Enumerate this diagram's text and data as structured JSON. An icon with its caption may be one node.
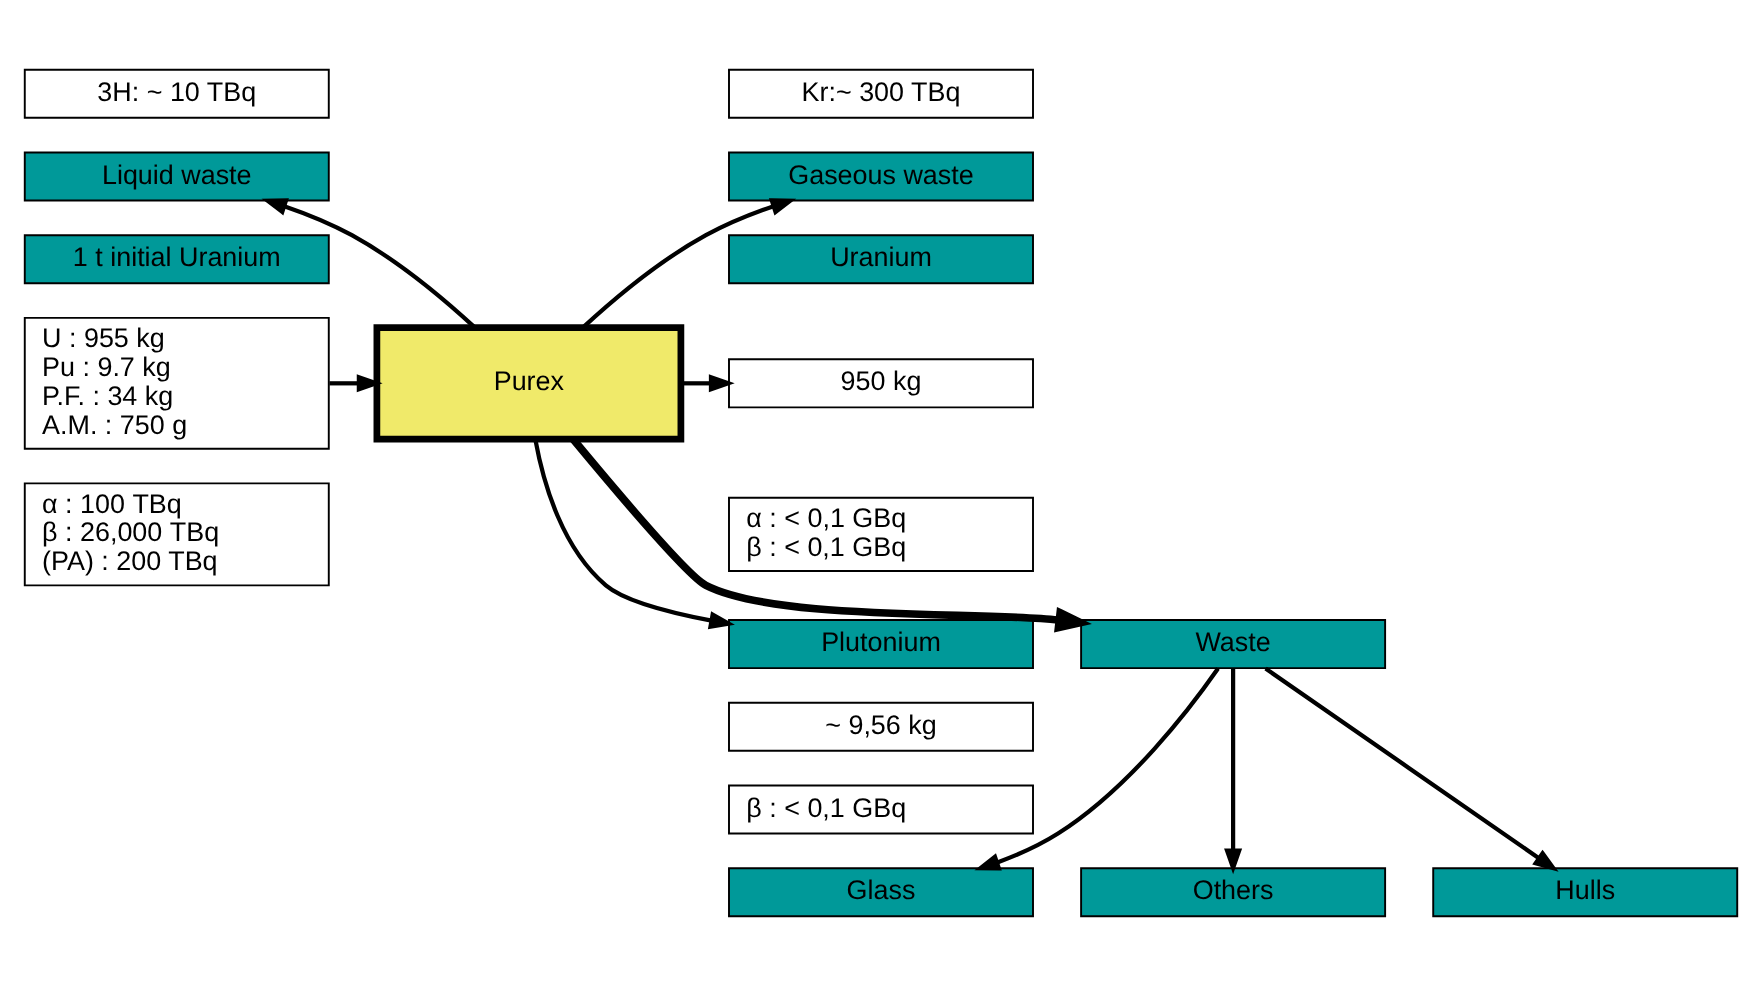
{
  "diagram": {
    "nodes": [
      {
        "text": [
          "3H: ~ 10 TBq"
        ]
      },
      {
        "text": [
          "Liquid waste"
        ]
      },
      {
        "text": [
          "Kr:~ 300 TBq"
        ]
      },
      {
        "text": [
          "Gaseous waste"
        ]
      },
      {
        "text": [
          "1 t initial Uranium"
        ]
      },
      {
        "text": [
          "U : 955 kg",
          "Pu : 9.7 kg",
          "P.F. : 34 kg",
          "A.M. : 750 g"
        ]
      },
      {
        "text": [
          "α : 100 TBq",
          "β : 26,000 TBq",
          "(PA) : 200 TBq"
        ]
      },
      {
        "text": [
          "Purex"
        ]
      },
      {
        "text": [
          "Uranium"
        ]
      },
      {
        "text": [
          "950 kg"
        ]
      },
      {
        "text": [
          "α : < 0,1 GBq",
          "β : < 0,1 GBq"
        ]
      },
      {
        "text": [
          "Plutonium"
        ]
      },
      {
        "text": [
          "~ 9,56 kg"
        ]
      },
      {
        "text": [
          "β : < 0,1 GBq"
        ]
      },
      {
        "text": [
          "Waste"
        ]
      },
      {
        "text": [
          "Glass"
        ]
      },
      {
        "text": [
          "Hulls"
        ]
      },
      {
        "text": [
          "Others"
        ]
      }
    ],
    "edges": [
      {
        "from": 5,
        "to": 7,
        "arrow": "to"
      },
      {
        "from": 7,
        "to": 1,
        "arrow": "to"
      },
      {
        "from": 7,
        "to": 3,
        "arrow": "to"
      },
      {
        "from": 7,
        "to": 9,
        "arrow": "to"
      },
      {
        "from": 7,
        "to": 11,
        "arrow": "to"
      },
      {
        "from": 7,
        "to": 14,
        "arrow": "to",
        "style": "thick"
      },
      {
        "from": 14,
        "to": 15,
        "arrow": "to"
      },
      {
        "from": 14,
        "to": 16,
        "arrow": "to"
      },
      {
        "from": 14,
        "to": 17,
        "arrow": "to"
      }
    ]
  }
}
